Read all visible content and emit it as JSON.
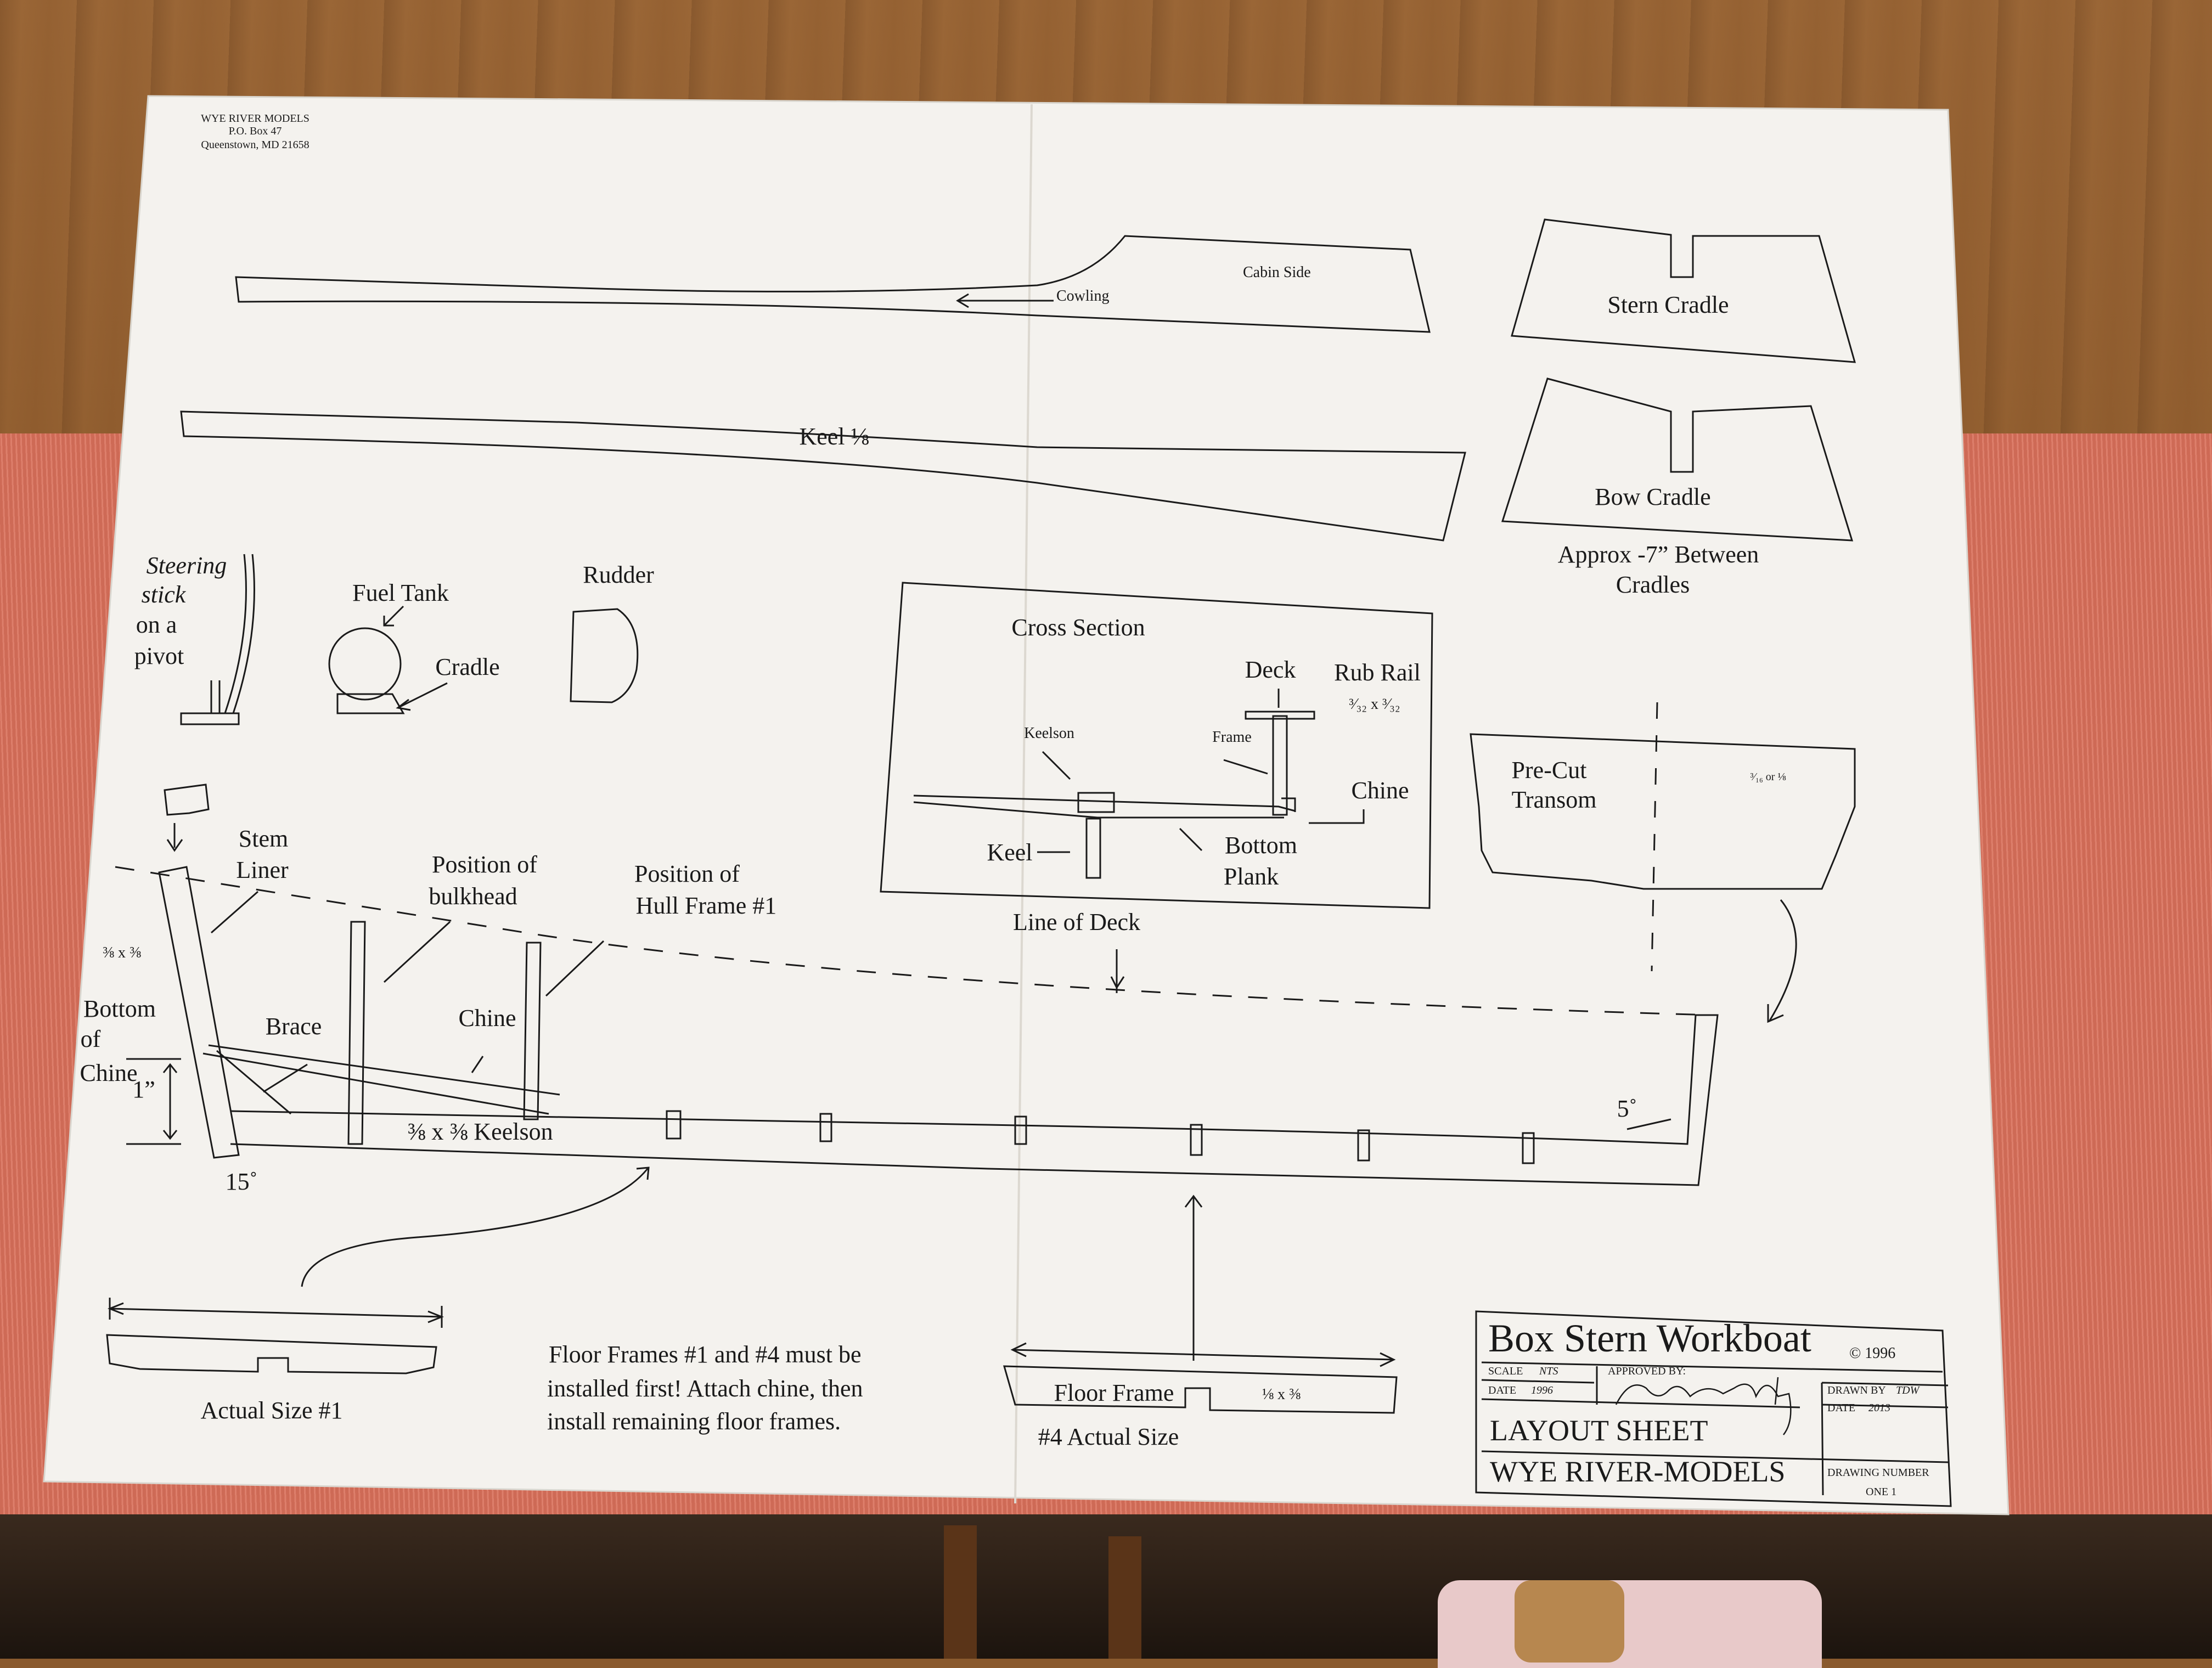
{
  "header": {
    "company": "WYE RIVER MODELS",
    "box": "P.O. Box 47",
    "city": "Queenstown, MD 21658"
  },
  "labels": {
    "cowling": "Cowling",
    "cabin_side": "Cabin Side",
    "stern_cradle": "Stern Cradle",
    "keel": "Keel ⅛",
    "bow_cradle": "Bow Cradle",
    "cradles_note_1": "Approx -7” Between",
    "cradles_note_2": "Cradles",
    "steering_1": "Steering",
    "steering_2": "stick",
    "steering_3": "on a",
    "steering_4": "pivot",
    "fuel_tank": "Fuel Tank",
    "cradle": "Cradle",
    "rudder": "Rudder",
    "cross_section": "Cross Section",
    "deck": "Deck",
    "rub_rail": "Rub Rail",
    "rub_rail_size": "³⁄₃₂ x ³⁄₃₂",
    "cs_keelson": "Keelson",
    "cs_frame": "Frame",
    "cs_chine": "Chine",
    "cs_keel": "Keel",
    "bottom_plank_1": "Bottom",
    "bottom_plank_2": "Plank",
    "transom_1": "Pre-Cut",
    "transom_2": "Transom",
    "transom_size": "³⁄₁₆ or ⅛",
    "stem_liner_1": "Stem",
    "stem_liner_2": "Liner",
    "bulkhead_1": "Position of",
    "bulkhead_2": "bulkhead",
    "hull_frame_1": "Position of",
    "hull_frame_2": "Hull Frame #1",
    "line_of_deck": "Line of Deck",
    "stem_size": "⅜ x ⅜",
    "bottom_chine_1": "Bottom",
    "bottom_chine_2": "of",
    "bottom_chine_3": "Chine",
    "one_inch": "1”",
    "brace": "Brace",
    "chine": "Chine",
    "keelson": "⅜ x ⅜ Keelson",
    "angle_15": "15˚",
    "angle_5": "5˚",
    "actual_size_1": "Actual Size #1",
    "note_1": "Floor Frames #1 and #4 must be",
    "note_2": "installed first!  Attach chine, then",
    "note_3": "install remaining floor frames.",
    "floor_frame": "Floor Frame",
    "floor_frame_size": "⅛ x ⅜",
    "actual_size_4": "#4 Actual Size"
  },
  "title_block": {
    "title": "Box Stern Workboat",
    "copyright": "© 1996",
    "scale_label": "SCALE",
    "scale_value": "NTS",
    "approved_label": "APPROVED BY:",
    "drawn_label": "DRAWN BY",
    "drawn_value": "TDW",
    "date_label": "DATE",
    "date_value": "1996",
    "date2_label": "DATE",
    "date2_value": "2013",
    "sheet_name": "LAYOUT SHEET",
    "company": "WYE RIVER-MODELS",
    "drawing_number_label": "DRAWING NUMBER",
    "drawing_number": "ONE 1"
  },
  "colors": {
    "paper": "#f4f2ee",
    "ink": "#1a1a1a",
    "runner": "#d9705a",
    "wood": "#8c5a2c"
  }
}
